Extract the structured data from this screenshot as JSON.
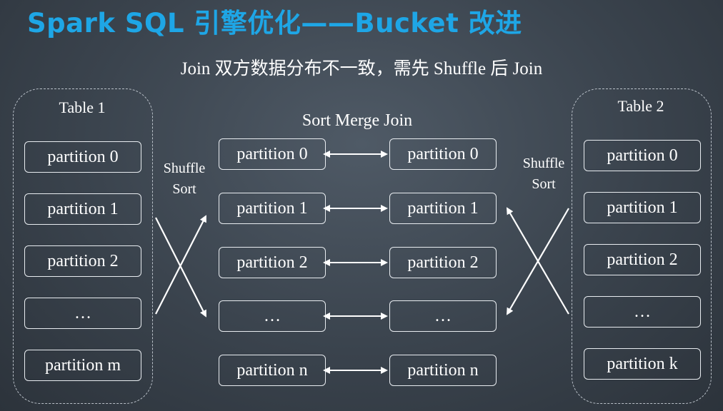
{
  "title": "Spark SQL 引擎优化——Bucket 改进",
  "subtitle": "Join 双方数据分布不一致，需先 Shuffle 后 Join",
  "left_table": {
    "label": "Table 1",
    "partitions": [
      "partition 0",
      "partition 1",
      "partition 2",
      "…",
      "partition m"
    ]
  },
  "right_table": {
    "label": "Table 2",
    "partitions": [
      "partition 0",
      "partition 1",
      "partition 2",
      "…",
      "partition k"
    ]
  },
  "shuffle_sort_label_line1": "Shuffle",
  "shuffle_sort_label_line2": "Sort",
  "sort_merge_join": {
    "label": "Sort Merge Join",
    "left_partitions": [
      "partition 0",
      "partition 1",
      "partition 2",
      "…",
      "partition n"
    ],
    "right_partitions": [
      "partition 0",
      "partition 1",
      "partition 2",
      "…",
      "partition n"
    ]
  },
  "colors": {
    "title": "#1ea6e6",
    "background": "#3a434d",
    "text": "#ffffff",
    "border": "#e8ecf0"
  }
}
